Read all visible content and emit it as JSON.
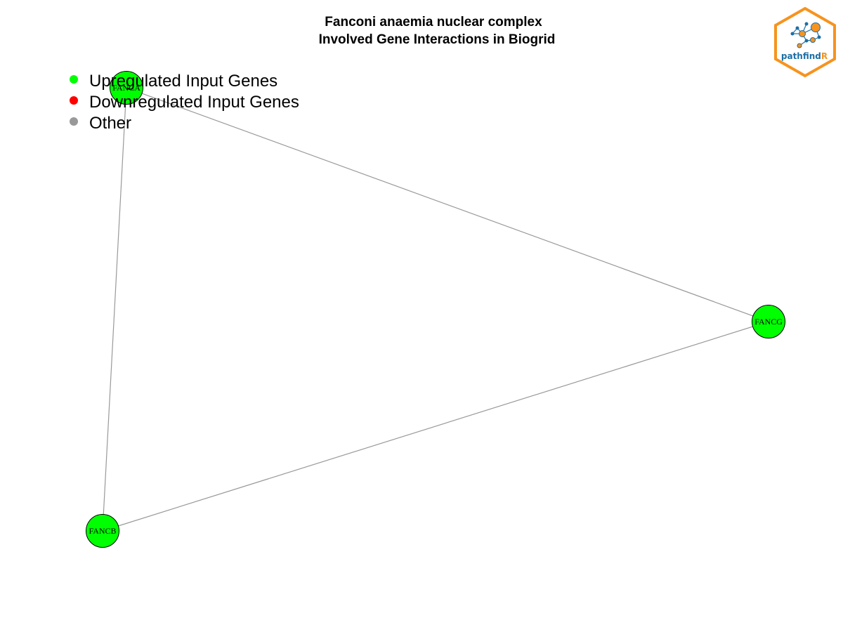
{
  "title": {
    "line1": "Fanconi anaemia nuclear complex",
    "line2": "Involved Gene Interactions in Biogrid"
  },
  "legend": [
    {
      "label": "Upregulated Input Genes",
      "color": "#00ff00"
    },
    {
      "label": "Downregulated Input Genes",
      "color": "#ff0000"
    },
    {
      "label": "Other",
      "color": "#999999"
    }
  ],
  "network": {
    "nodes": [
      {
        "id": "FANCA",
        "label": "FANCA",
        "status": "upregulated"
      },
      {
        "id": "FANCG",
        "label": "FANCG",
        "status": "upregulated"
      },
      {
        "id": "FANCB",
        "label": "FANCB",
        "status": "upregulated"
      }
    ],
    "edges": [
      {
        "source": "FANCA",
        "target": "FANCG"
      },
      {
        "source": "FANCA",
        "target": "FANCB"
      },
      {
        "source": "FANCG",
        "target": "FANCB"
      }
    ],
    "edge_color": "#999999",
    "node_border_color": "#000000"
  },
  "logo": {
    "text_main": "pathfind",
    "text_accent": "R",
    "main_color": "#1d6fa5",
    "accent_color": "#f7931e",
    "icon": "network-graph-icon"
  }
}
